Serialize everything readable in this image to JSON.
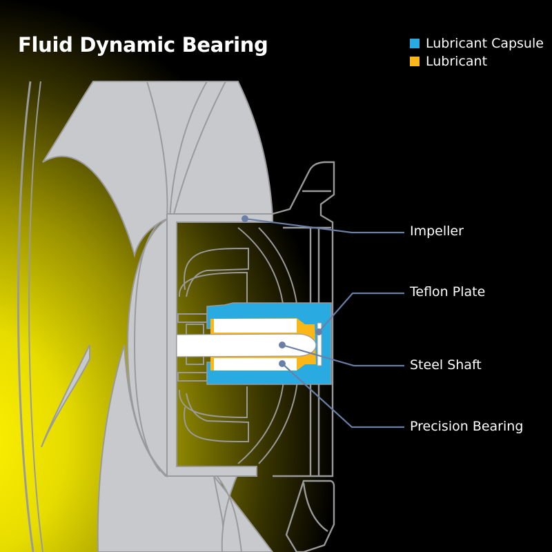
{
  "title": "Fluid Dynamic Bearing",
  "legend": [
    {
      "label": "Lubricant Capsule",
      "color": "#29abe2"
    },
    {
      "label": "Lubricant",
      "color": "#fbb617"
    }
  ],
  "callouts": [
    {
      "label": "Impeller"
    },
    {
      "label": "Teflon Plate"
    },
    {
      "label": "Steel Shaft"
    },
    {
      "label": "Precision Bearing"
    }
  ],
  "colors": {
    "part_fill": "#c8c9cc",
    "part_stroke": "#9a9a9c",
    "leader": "#6a7fa6",
    "shaft": "#ffffff"
  }
}
